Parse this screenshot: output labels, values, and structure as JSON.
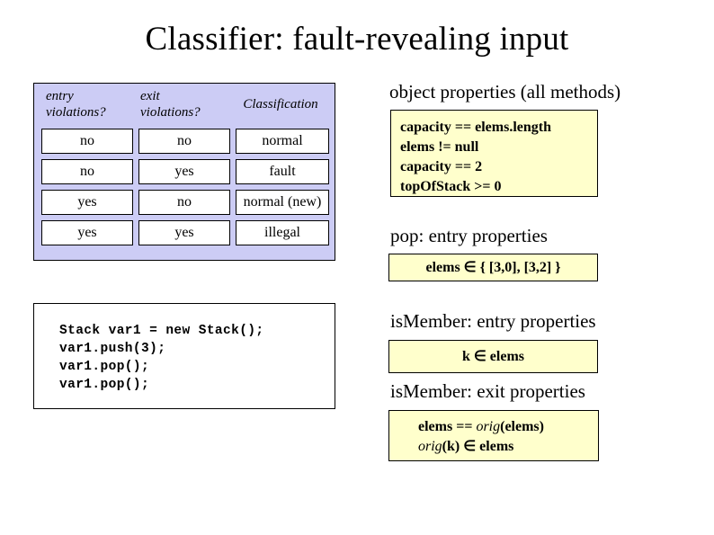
{
  "slide": {
    "title": "Classifier: fault-revealing input"
  },
  "classification_table": {
    "headers": [
      "entry\nviolations?",
      "exit\nviolations?",
      "Classification"
    ],
    "header_entry_line1": "entry",
    "header_entry_line2": "violations?",
    "header_exit_line1": "exit",
    "header_exit_line2": "violations?",
    "header_classification": "Classification",
    "rows": [
      {
        "entry": "no",
        "exit": "no",
        "classification": "normal"
      },
      {
        "entry": "no",
        "exit": "yes",
        "classification": "fault"
      },
      {
        "entry": "yes",
        "exit": "no",
        "classification": "normal (new)"
      },
      {
        "entry": "yes",
        "exit": "yes",
        "classification": "illegal"
      }
    ],
    "panel_color": "#ccccf5",
    "cell_color": "#ffffff"
  },
  "code_sample": {
    "text": "Stack var1 = new Stack();\nvar1.push(3);\nvar1.pop();\nvar1.pop();"
  },
  "properties": {
    "box_color": "#ffffcc",
    "object_properties": {
      "heading": "object properties (all methods)",
      "lines": [
        "capacity == elems.length",
        "elems != null",
        "capacity == 2",
        "topOfStack >= 0"
      ]
    },
    "pop_entry": {
      "heading": "pop: entry properties",
      "lines": [
        "elems ∈ { [3,0], [3,2] }"
      ]
    },
    "ismember_entry": {
      "heading": "isMember: entry properties",
      "lines": [
        "k ∈ elems"
      ]
    },
    "ismember_exit": {
      "heading": "isMember: exit properties",
      "lines": [
        "elems == orig(elems)",
        "orig(k) ∈ elems"
      ],
      "line1_pre": "elems == ",
      "line1_italic": "orig",
      "line1_post": "(elems)",
      "line2_italic": "orig",
      "line2_post": "(k) ∈  elems"
    }
  }
}
